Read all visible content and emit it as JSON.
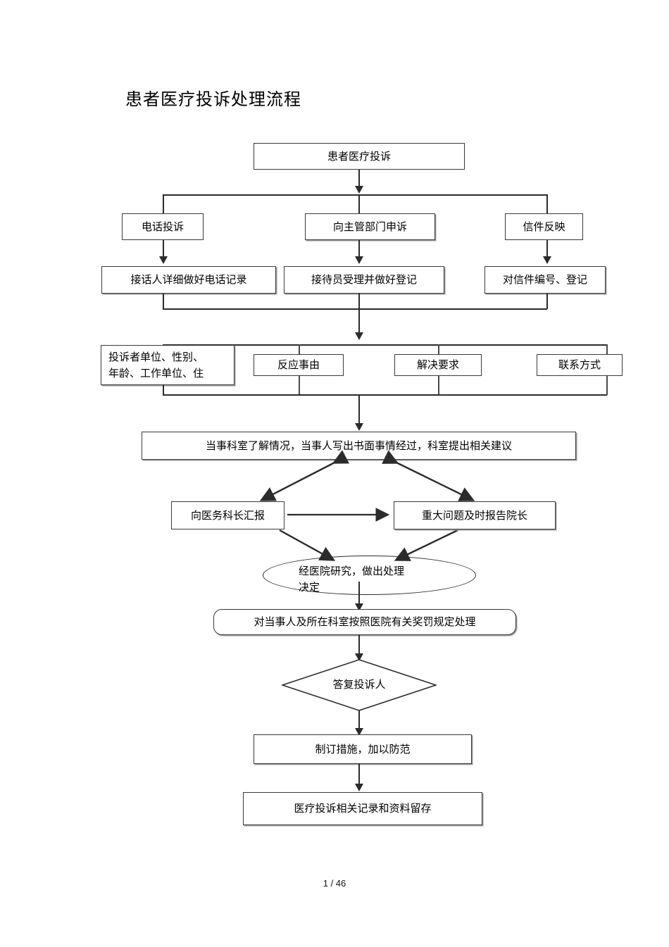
{
  "document": {
    "title": "患者医疗投诉处理流程",
    "footer_page": "1 / 46"
  },
  "flowchart": {
    "type": "flowchart",
    "nodes": {
      "start": {
        "label": "患者医疗投诉",
        "shape": "rectangle"
      },
      "channel_phone": {
        "label": "电话投诉",
        "shape": "rectangle"
      },
      "channel_department": {
        "label": "向主管部门申诉",
        "shape": "rectangle"
      },
      "channel_letter": {
        "label": "信件反映",
        "shape": "rectangle"
      },
      "record_phone": {
        "label": "接话人详细做好电话记录",
        "shape": "rectangle"
      },
      "record_department": {
        "label": "接待员受理并做好登记",
        "shape": "rectangle"
      },
      "record_letter": {
        "label": "对信件编号、登记",
        "shape": "rectangle"
      },
      "info_identity": {
        "label": "投诉者单位、性别、\n年龄、工作单位、住",
        "shape": "rectangle"
      },
      "info_reason": {
        "label": "反应事由",
        "shape": "rectangle"
      },
      "info_request": {
        "label": "解决要求",
        "shape": "rectangle"
      },
      "info_contact": {
        "label": "联系方式",
        "shape": "rectangle"
      },
      "department_investigate": {
        "label": "当事科室了解情况，当事人写出书面事情经过，科室提出相关建议",
        "shape": "rectangle"
      },
      "report_medical_chief": {
        "label": "向医务科长汇报",
        "shape": "rectangle"
      },
      "report_president": {
        "label": "重大问题及时报告院长",
        "shape": "rectangle"
      },
      "hospital_decision": {
        "label": "经医院研究，做出处理\n决定",
        "shape": "ellipse"
      },
      "penalty_handling": {
        "label": "对当事人及所在科室按照医院有关奖罚规定处理",
        "shape": "rounded-rectangle"
      },
      "reply_complainant": {
        "label": "答复投诉人",
        "shape": "diamond"
      },
      "preventive_measures": {
        "label": "制订措施，加以防范",
        "shape": "rectangle"
      },
      "archive_records": {
        "label": "医疗投诉相关记录和资料留存",
        "shape": "rectangle"
      }
    },
    "edges": [
      {
        "from": "start",
        "to": "channel_phone"
      },
      {
        "from": "start",
        "to": "channel_department"
      },
      {
        "from": "start",
        "to": "channel_letter"
      },
      {
        "from": "channel_phone",
        "to": "record_phone"
      },
      {
        "from": "channel_department",
        "to": "record_department"
      },
      {
        "from": "channel_letter",
        "to": "record_letter"
      },
      {
        "from": "record_phone",
        "to": "info_identity"
      },
      {
        "from": "record_department",
        "to": "info_reason"
      },
      {
        "from": "record_letter",
        "to": "info_request"
      },
      {
        "from": "record_letter",
        "to": "info_contact"
      },
      {
        "from": "info_identity",
        "to": "department_investigate"
      },
      {
        "from": "department_investigate",
        "to": "report_medical_chief",
        "style": "double-headed"
      },
      {
        "from": "department_investigate",
        "to": "report_president",
        "style": "double-headed"
      },
      {
        "from": "report_medical_chief",
        "to": "report_president"
      },
      {
        "from": "report_medical_chief",
        "to": "hospital_decision"
      },
      {
        "from": "report_president",
        "to": "hospital_decision"
      },
      {
        "from": "hospital_decision",
        "to": "penalty_handling"
      },
      {
        "from": "penalty_handling",
        "to": "reply_complainant"
      },
      {
        "from": "reply_complainant",
        "to": "preventive_measures"
      },
      {
        "from": "preventive_measures",
        "to": "archive_records"
      }
    ]
  },
  "colors": {
    "line": "#2b2b2b",
    "shadow": "#9a9a9a",
    "text": "#000000",
    "background": "#ffffff"
  }
}
